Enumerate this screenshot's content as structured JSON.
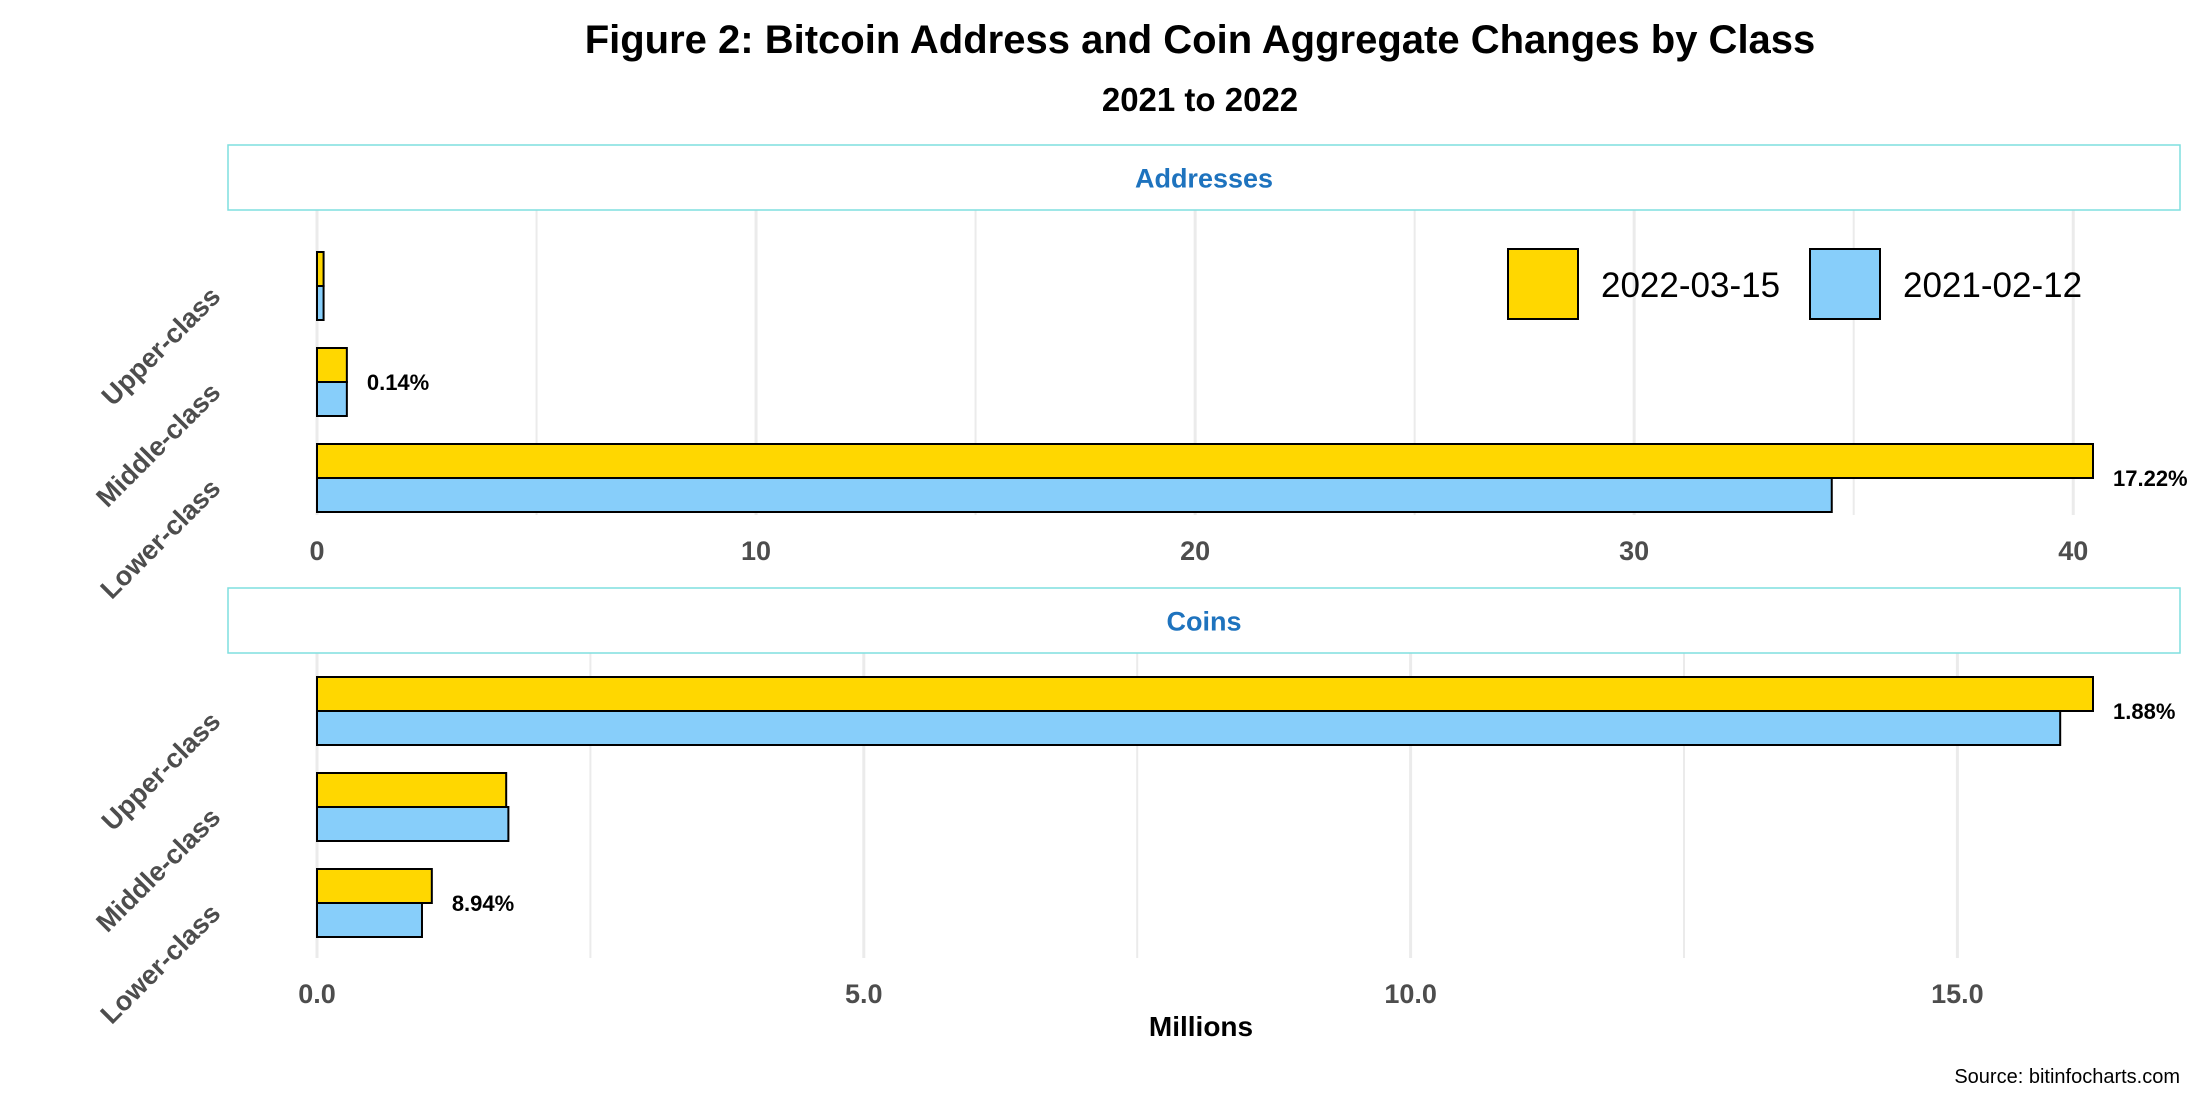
{
  "chart_data": {
    "type": "bar",
    "orientation": "horizontal",
    "title": "Figure 2: Bitcoin Address and Coin Aggregate Changes by Class",
    "subtitle": "2021 to 2022",
    "xlabel": "Millions",
    "source": "Source: bitinfocharts.com",
    "categories": [
      "Upper-class",
      "Middle-class",
      "Lower-class"
    ],
    "legend": {
      "position": "top-right",
      "entries": [
        {
          "label": "2022-03-15",
          "color": "#FFD700"
        },
        {
          "label": "2021-02-12",
          "color": "#87CEFA"
        }
      ]
    },
    "grid": true,
    "colors": {
      "series_2022": "#FFD700",
      "series_2021": "#87CEFA",
      "bar_outline": "#000000",
      "strip_border": "#7FDFDF",
      "strip_text": "#1E73BE",
      "grid": "#ebebeb"
    },
    "panels": [
      {
        "strip": "Addresses",
        "xlim": [
          0,
          42.5
        ],
        "ticks": [
          0,
          10,
          20,
          30,
          40
        ],
        "tick_labels": [
          "0",
          "10",
          "20",
          "30",
          "40"
        ],
        "series": [
          {
            "name": "2022-03-15",
            "values": [
              0.15,
              0.68,
              40.45
            ]
          },
          {
            "name": "2021-02-12",
            "values": [
              0.15,
              0.68,
              34.5
            ]
          }
        ],
        "annotations": [
          {
            "category": "Middle-class",
            "value": 0.68,
            "text": "0.14%"
          },
          {
            "category": "Lower-class",
            "value": 40.45,
            "text": "17.22%"
          }
        ]
      },
      {
        "strip": "Coins",
        "xlim": [
          0,
          17.0
        ],
        "ticks": [
          0,
          5,
          10,
          15
        ],
        "tick_labels": [
          "0.0",
          "5.0",
          "10.0",
          "15.0"
        ],
        "series": [
          {
            "name": "2022-03-15",
            "values": [
              16.24,
              1.73,
              1.05
            ]
          },
          {
            "name": "2021-02-12",
            "values": [
              15.94,
              1.75,
              0.96
            ]
          }
        ],
        "annotations": [
          {
            "category": "Upper-class",
            "value": 16.24,
            "text": "1.88%"
          },
          {
            "category": "Lower-class",
            "value": 1.05,
            "text": "8.94%"
          }
        ]
      }
    ]
  }
}
